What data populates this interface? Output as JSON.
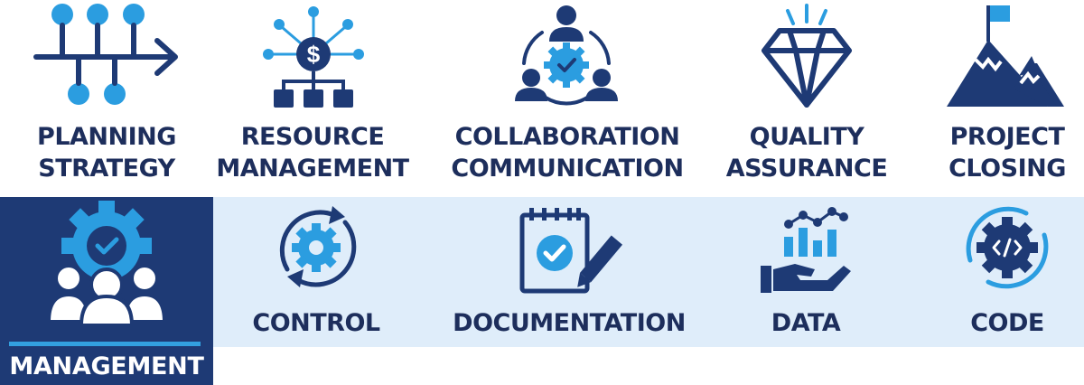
{
  "colors": {
    "navy": "#1e3a75",
    "blue": "#2b9de0",
    "band": "#dfedfa",
    "text": "#1d2e5c",
    "white": "#ffffff"
  },
  "top_row": [
    {
      "line1": "PLANNING",
      "line2": "STRATEGY",
      "icon": "timeline-arrow-icon"
    },
    {
      "line1": "RESOURCE",
      "line2": "MANAGEMENT",
      "icon": "dollar-network-icon"
    },
    {
      "line1": "COLLABORATION",
      "line2": "COMMUNICATION",
      "icon": "team-gear-icon"
    },
    {
      "line1": "QUALITY",
      "line2": "ASSURANCE",
      "icon": "diamond-icon"
    },
    {
      "line1": "PROJECT",
      "line2": "CLOSING",
      "icon": "mountain-flag-icon"
    }
  ],
  "featured": {
    "label": "MANAGEMENT",
    "icon": "gear-check-team-icon"
  },
  "bottom_row": [
    {
      "label": "CONTROL",
      "icon": "gear-cycle-icon"
    },
    {
      "label": "DOCUMENTATION",
      "icon": "notepad-check-pencil-icon"
    },
    {
      "label": "DATA",
      "icon": "hand-chart-icon"
    },
    {
      "label": "CODE",
      "icon": "gear-code-icon"
    }
  ]
}
